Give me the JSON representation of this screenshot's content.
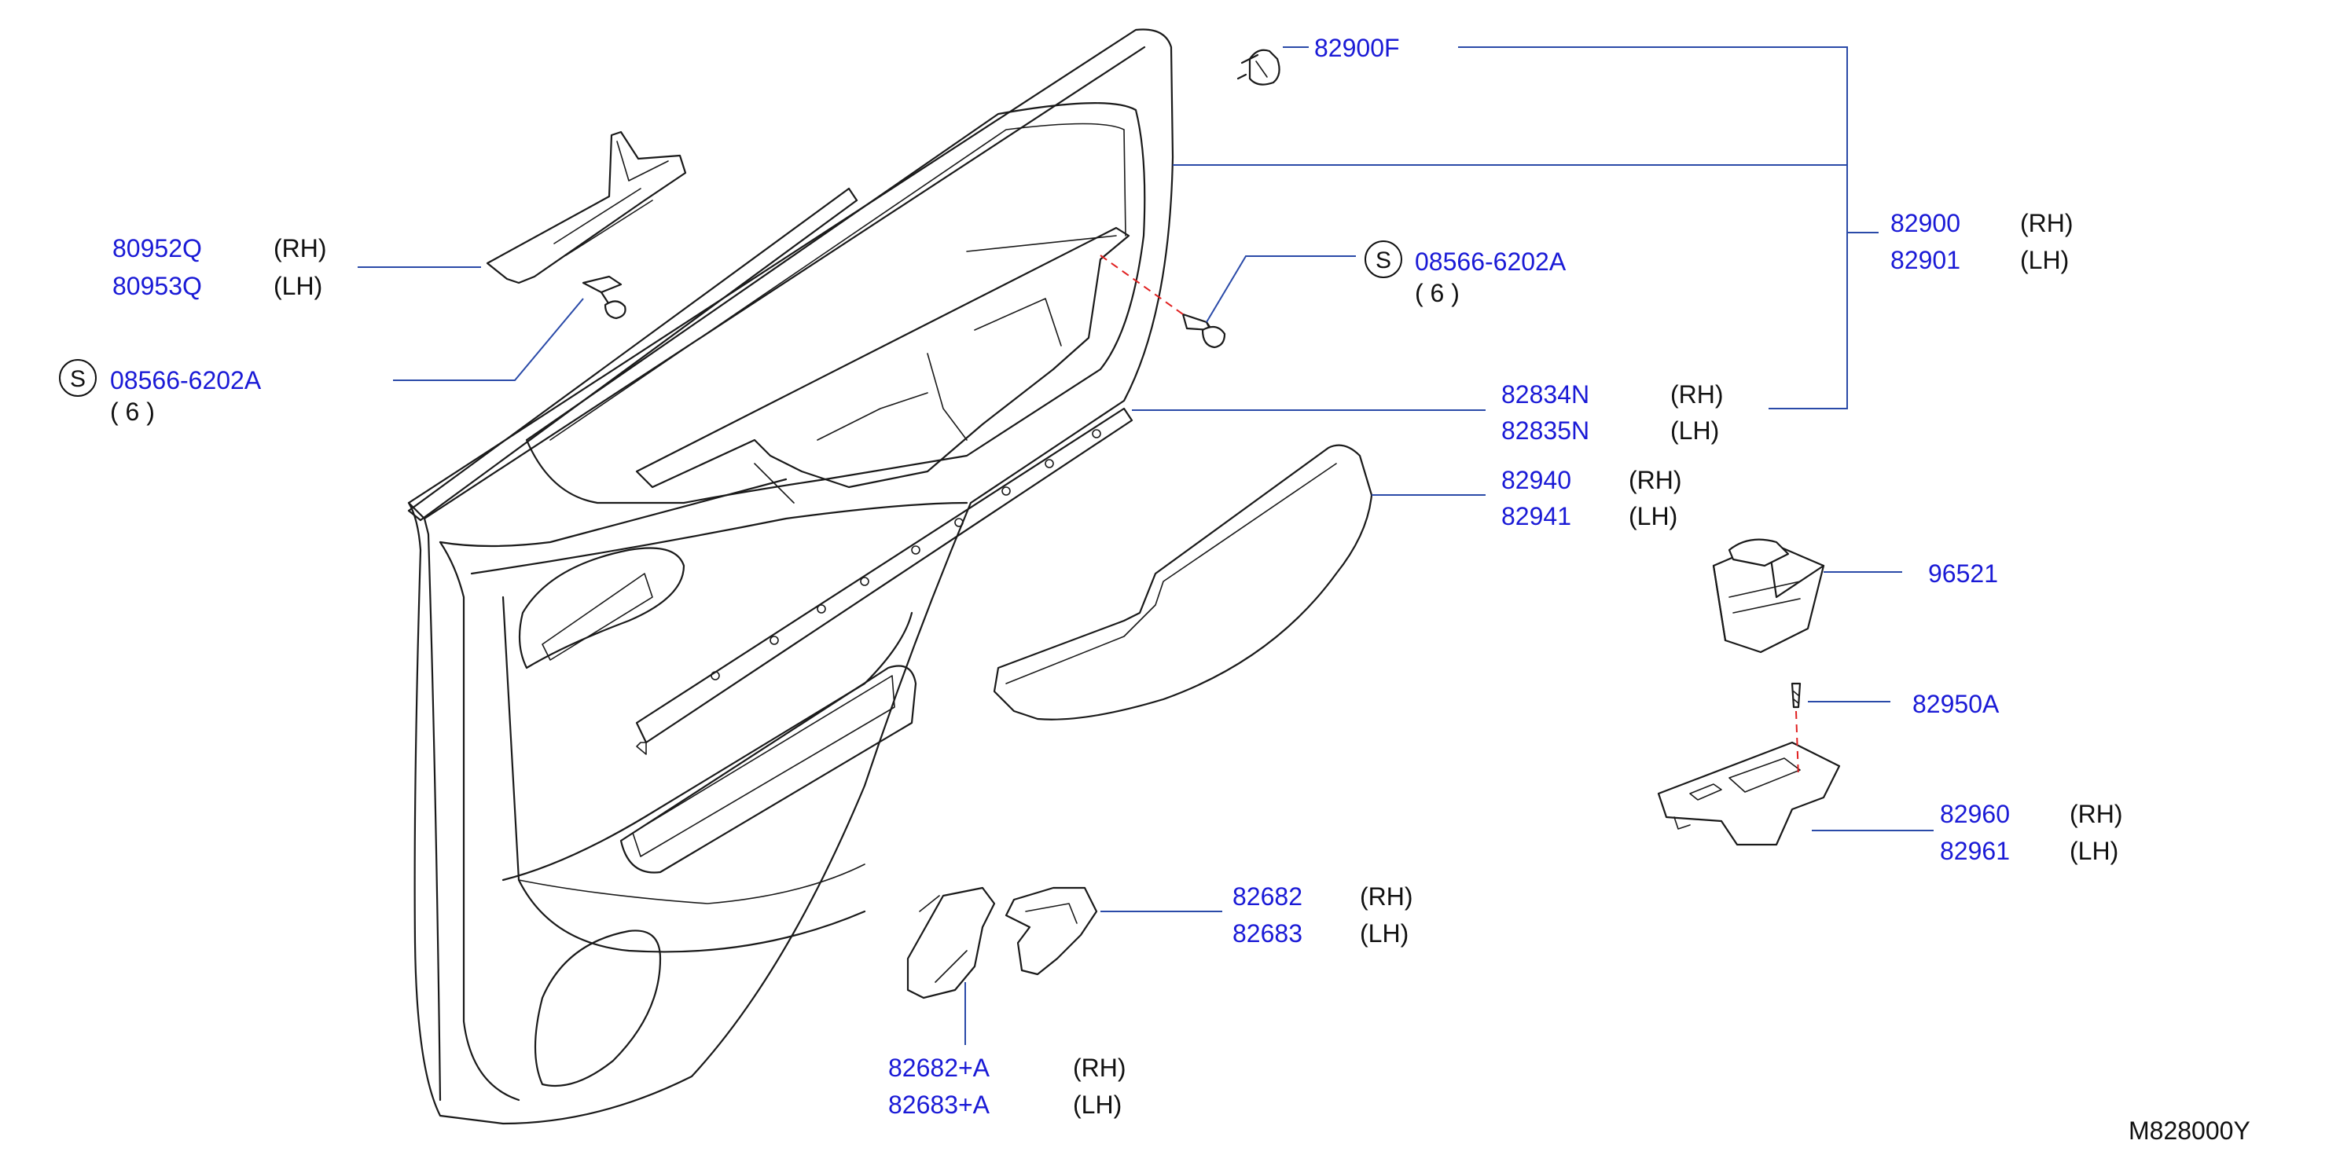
{
  "diagram_code": "M828000Y",
  "callouts": [
    {
      "id": "c_82900F",
      "part_numbers": [
        "82900F"
      ],
      "sides": []
    },
    {
      "id": "c_80952Q",
      "part_numbers": [
        "80952Q",
        "80953Q"
      ],
      "sides": [
        "(RH)",
        "(LH)"
      ]
    },
    {
      "id": "c_screw_left",
      "marker": "S",
      "part_numbers": [
        "08566-6202A"
      ],
      "quantity": "( 6 )"
    },
    {
      "id": "c_screw_right",
      "marker": "S",
      "part_numbers": [
        "08566-6202A"
      ],
      "quantity": "( 6 )"
    },
    {
      "id": "c_82900",
      "part_numbers": [
        "82900",
        "82901"
      ],
      "sides": [
        "(RH)",
        "(LH)"
      ]
    },
    {
      "id": "c_82834N",
      "part_numbers": [
        "82834N",
        "82835N"
      ],
      "sides": [
        "(RH)",
        "(LH)"
      ]
    },
    {
      "id": "c_82940",
      "part_numbers": [
        "82940",
        "82941"
      ],
      "sides": [
        "(RH)",
        "(LH)"
      ]
    },
    {
      "id": "c_96521",
      "part_numbers": [
        "96521"
      ],
      "sides": []
    },
    {
      "id": "c_82950A",
      "part_numbers": [
        "82950A"
      ],
      "sides": []
    },
    {
      "id": "c_82960",
      "part_numbers": [
        "82960",
        "82961"
      ],
      "sides": [
        "(RH)",
        "(LH)"
      ]
    },
    {
      "id": "c_82682",
      "part_numbers": [
        "82682",
        "82683"
      ],
      "sides": [
        "(RH)",
        "(LH)"
      ]
    },
    {
      "id": "c_82682A",
      "part_numbers": [
        "82682+A",
        "82683+A"
      ],
      "sides": [
        "(RH)",
        "(LH)"
      ]
    }
  ],
  "colors": {
    "part_number_text": "#1a1ad6",
    "leader_line": "#2a4aa8",
    "install_path": "#e02020",
    "outline": "#1a1a1a"
  }
}
